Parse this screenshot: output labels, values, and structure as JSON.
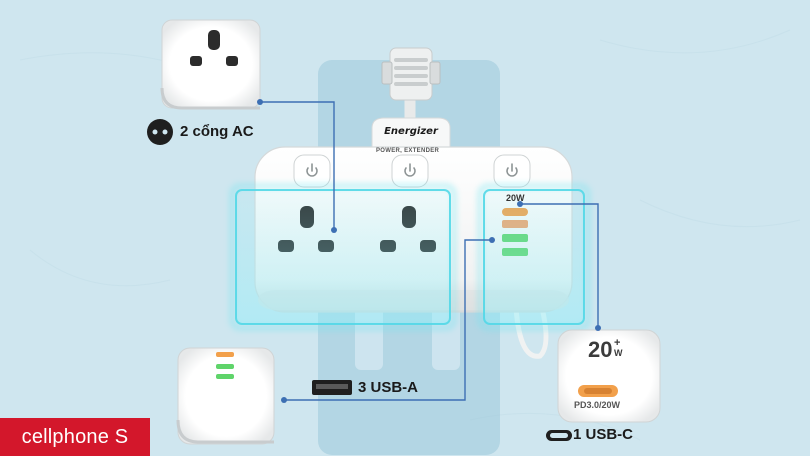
{
  "product": {
    "brand_logo": "Energizer",
    "tagline": "POWER, EXTENDER",
    "badge_20w": "20W"
  },
  "callouts": {
    "ac": "2 cổng AC",
    "usb_a": "3 USB-A",
    "usb_c": "1 USB-C"
  },
  "usb_detail": {
    "watt": "20",
    "sup": "+",
    "unit": "W",
    "protocol": "PD3.0/20W"
  },
  "watermark": "cellphone S",
  "colors": {
    "background": "#cfe6ef",
    "accent_glow": "#4fd6e6",
    "device_white": "#f4f5f5",
    "usb_c_port": "#f2a04b",
    "usb_a_port": "#5fd46a",
    "watermark_bg": "#d3172b"
  }
}
